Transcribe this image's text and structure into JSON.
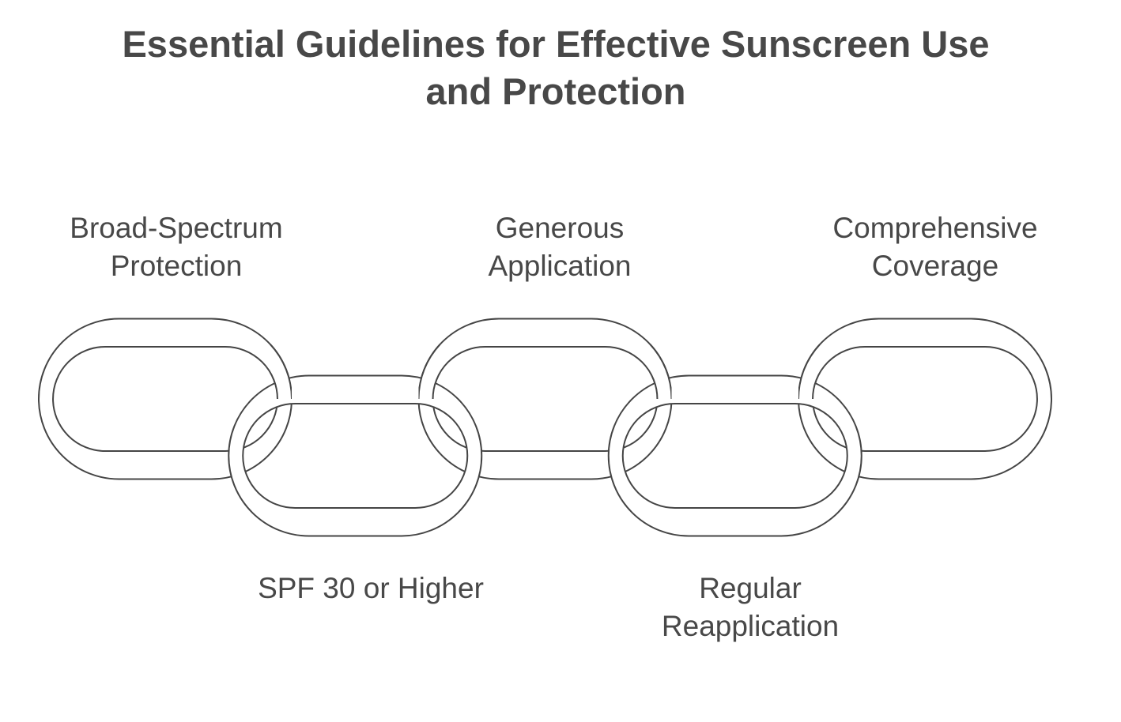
{
  "title": {
    "line1": "Essential Guidelines for Effective Sunscreen Use",
    "line2": "and Protection"
  },
  "links": [
    {
      "position": "top",
      "label_lines": [
        "Broad-Spectrum",
        "Protection"
      ]
    },
    {
      "position": "bottom",
      "label_lines": [
        "SPF 30 or Higher"
      ]
    },
    {
      "position": "top",
      "label_lines": [
        "Generous",
        "Application"
      ]
    },
    {
      "position": "bottom",
      "label_lines": [
        "Regular",
        "Reapplication"
      ]
    },
    {
      "position": "top",
      "label_lines": [
        "Comprehensive",
        "Coverage"
      ]
    }
  ],
  "colors": {
    "text": "#484848",
    "outline": "#454545",
    "link_fill": "#ffffff",
    "background": "#ffffff"
  }
}
